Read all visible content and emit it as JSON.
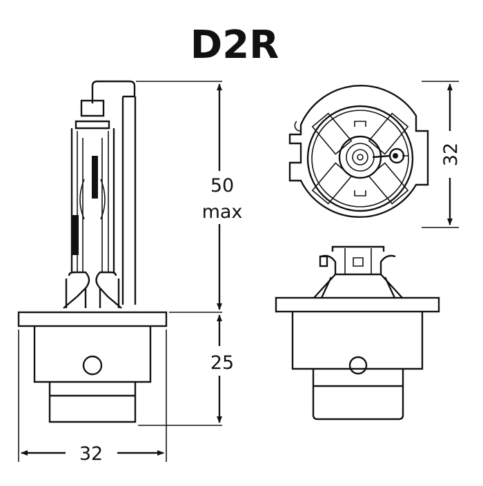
{
  "title": "D2R",
  "dimensions": {
    "height_label_line1": "50",
    "height_label_line2": "max",
    "base_height": "25",
    "base_width": "32",
    "face_diameter": "32"
  },
  "colors": {
    "ink": "#111111",
    "background": "#ffffff"
  }
}
